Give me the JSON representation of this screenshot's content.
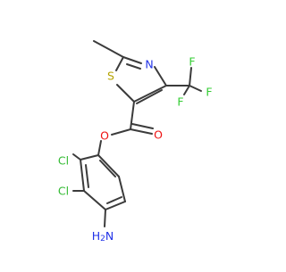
{
  "molecule": {
    "atom_labels": {
      "sulfur": "S",
      "nitrogen": "N",
      "fluorine_1": "F",
      "fluorine_2": "F",
      "fluorine_3": "F",
      "ester_oxygen_single": "O",
      "ester_oxygen_double": "O",
      "chlorine_1": "Cl",
      "chlorine_2": "Cl",
      "amine": "H",
      "amine_n": "N",
      "amine_h_count": "2"
    },
    "colors": {
      "bond": "#3b3b3b",
      "sulfur": "#b5a300",
      "nitrogen": "#2233e8",
      "fluorine": "#33cc33",
      "oxygen": "#ee1111",
      "chlorine": "#33bb33"
    }
  }
}
